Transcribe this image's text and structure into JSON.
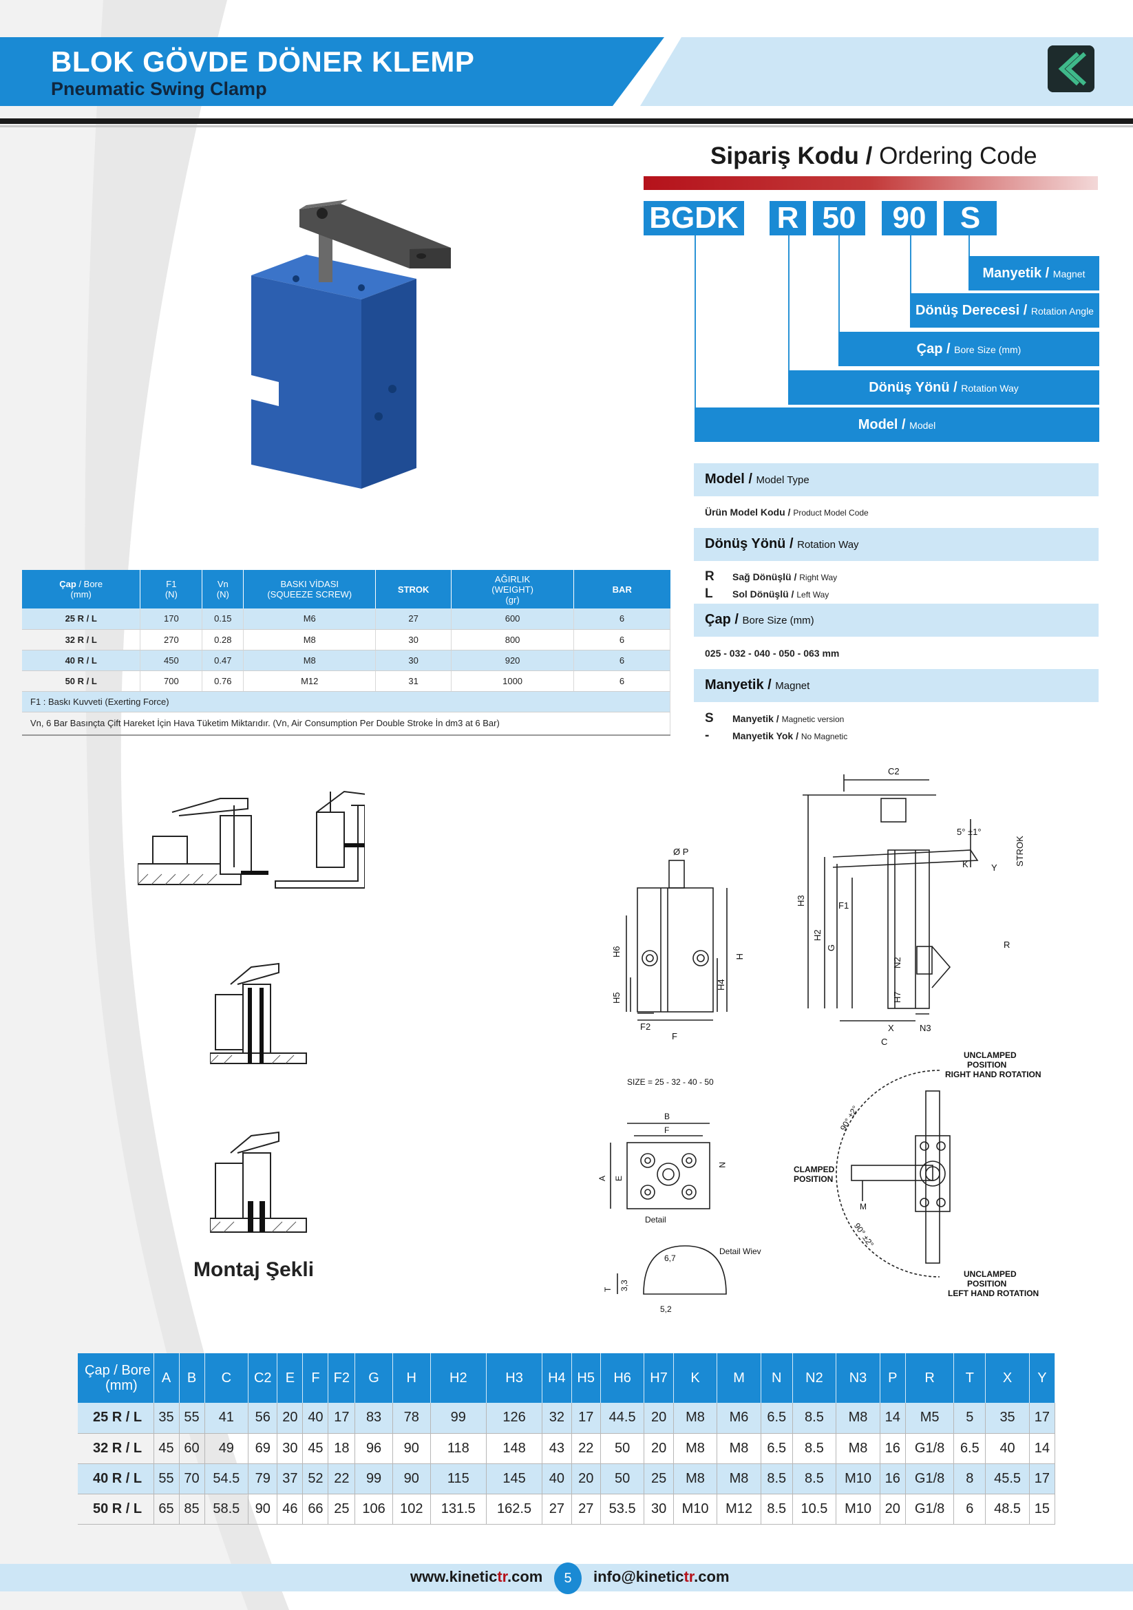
{
  "header": {
    "title": "BLOK GÖVDE DÖNER KLEMP",
    "subtitle": "Pneumatic Swing Clamp"
  },
  "ordering": {
    "title_tr": "Sipariş Kodu",
    "separator": "/",
    "title_en": "Ordering Code",
    "codes": [
      "BGDK",
      "R",
      "50",
      "90",
      "S"
    ],
    "bars": [
      {
        "tr": "Manyetik /",
        "en": "Magnet"
      },
      {
        "tr": "Dönüş Derecesi /",
        "en": "Rotation Angle"
      },
      {
        "tr": "Çap /",
        "en": "Bore Size (mm)"
      },
      {
        "tr": "Dönüş Yönü /",
        "en": "Rotation Way"
      },
      {
        "tr": "Model /",
        "en": "Model"
      }
    ]
  },
  "spec": {
    "model_tr": "Model /",
    "model_en": "Model Type",
    "product_code_tr": "Ürün Model Kodu /",
    "product_code_en": "Product Model Code",
    "rotation_tr": "Dönüş Yönü /",
    "rotation_en": "Rotation Way",
    "r_key": "R",
    "r_tr": "Sağ Dönüşlü /",
    "r_en": "Right Way",
    "l_key": "L",
    "l_tr": "Sol Dönüşlü /",
    "l_en": "Left Way",
    "bore_tr": "Çap /",
    "bore_en": "Bore Size (mm)",
    "bore_sizes": "025 - 032 - 040 - 050 - 063 mm",
    "magnet_tr": "Manyetik /",
    "magnet_en": "Magnet",
    "s_key": "S",
    "s_tr": "Manyetik /",
    "s_en": "Magnetic version",
    "n_key": "-",
    "n_tr": "Manyetik Yok /",
    "n_en": "No Magnetic"
  },
  "table1": {
    "headers": [
      {
        "a": "Çap",
        "b": "/ Bore",
        "c": "(mm)"
      },
      {
        "a": "F1",
        "b": "",
        "c": "(N)"
      },
      {
        "a": "Vn",
        "b": "",
        "c": "(N)"
      },
      {
        "a": "BASKI VİDASI",
        "b": "",
        "c": "(SQUEEZE SCREW)"
      },
      {
        "a": "STROK",
        "b": "",
        "c": ""
      },
      {
        "a": "AĞIRLIK",
        "b": "(WEIGHT)",
        "c": "(gr)"
      },
      {
        "a": "BAR",
        "b": "",
        "c": ""
      }
    ],
    "rows": [
      [
        "25 R / L",
        "170",
        "0.15",
        "M6",
        "27",
        "600",
        "6"
      ],
      [
        "32 R / L",
        "270",
        "0.28",
        "M8",
        "30",
        "800",
        "6"
      ],
      [
        "40 R / L",
        "450",
        "0.47",
        "M8",
        "30",
        "920",
        "6"
      ],
      [
        "50 R / L",
        "700",
        "0.76",
        "M12",
        "31",
        "1000",
        "6"
      ]
    ],
    "note1": "F1 : Baskı Kuvveti (Exerting Force)",
    "note2": "Vn, 6 Bar Basınçta Çift Hareket İçin Hava Tüketim Miktarıdır. (Vn, Air Consumption Per Double Stroke İn dm3 at 6 Bar)"
  },
  "drawings": {
    "mount_label": "Montaj Şekli",
    "dp": "Ø P",
    "h6": "H6",
    "h5": "H5",
    "h4": "H4",
    "h": "H",
    "f2": "F2",
    "f": "F",
    "c2": "C2",
    "h3": "H3",
    "h2": "H2",
    "g": "G",
    "f1": "F1",
    "n2": "N2",
    "h7": "H7",
    "x": "X",
    "n3": "N3",
    "c": "C",
    "k": "K",
    "y": "Y",
    "strok": "STROK",
    "r": "R",
    "angle5": "5° ±1°",
    "size": "SIZE = 25 - 32 - 40 - 50",
    "b": "B",
    "a": "A",
    "e": "E",
    "n": "N",
    "detail": "Detail",
    "detail_view": "Detail Wiev",
    "t": "T",
    "d67": "6,7",
    "d33": "3,3",
    "d52": "5,2",
    "unclamped_right": [
      "UNCLAMPED",
      "POSITION",
      "RIGHT HAND ROTATION"
    ],
    "clamped": [
      "CLAMPED",
      "POSITION"
    ],
    "unclamped_left": [
      "UNCLAMPED",
      "POSITION",
      "LEFT HAND ROTATION"
    ],
    "angle90a": "90° ±2°",
    "angle90b": "90° ±2°",
    "m": "M"
  },
  "table2": {
    "head_a": "Çap",
    "head_b": "/ Bore",
    "head_c": "(mm)",
    "headers": [
      "A",
      "B",
      "C",
      "C2",
      "E",
      "F",
      "F2",
      "G",
      "H",
      "H2",
      "H3",
      "H4",
      "H5",
      "H6",
      "H7",
      "K",
      "M",
      "N",
      "N2",
      "N3",
      "P",
      "R",
      "T",
      "X",
      "Y"
    ],
    "rows": [
      [
        "25 R / L",
        "35",
        "55",
        "41",
        "56",
        "20",
        "40",
        "17",
        "83",
        "78",
        "99",
        "126",
        "32",
        "17",
        "44.5",
        "20",
        "M8",
        "M6",
        "6.5",
        "8.5",
        "M8",
        "14",
        "M5",
        "5",
        "35",
        "17"
      ],
      [
        "32 R / L",
        "45",
        "60",
        "49",
        "69",
        "30",
        "45",
        "18",
        "96",
        "90",
        "118",
        "148",
        "43",
        "22",
        "50",
        "20",
        "M8",
        "M8",
        "6.5",
        "8.5",
        "M8",
        "16",
        "G1/8",
        "6.5",
        "40",
        "14"
      ],
      [
        "40 R / L",
        "55",
        "70",
        "54.5",
        "79",
        "37",
        "52",
        "22",
        "99",
        "90",
        "115",
        "145",
        "40",
        "20",
        "50",
        "25",
        "M8",
        "M8",
        "8.5",
        "8.5",
        "M10",
        "16",
        "G1/8",
        "8",
        "45.5",
        "17"
      ],
      [
        "50 R / L",
        "65",
        "85",
        "58.5",
        "90",
        "46",
        "66",
        "25",
        "106",
        "102",
        "131.5",
        "162.5",
        "27",
        "27",
        "53.5",
        "30",
        "M10",
        "M12",
        "8.5",
        "10.5",
        "M10",
        "20",
        "G1/8",
        "6",
        "48.5",
        "15"
      ]
    ]
  },
  "footer": {
    "web_a": "www.kinetic",
    "web_b": "tr",
    "web_c": ".com",
    "page": "5",
    "mail_a": "info@kinetic",
    "mail_b": "tr",
    "mail_c": ".com"
  },
  "colors": {
    "accent": "#1a8ad4",
    "light": "#cde6f6",
    "red": "#b5121b"
  }
}
